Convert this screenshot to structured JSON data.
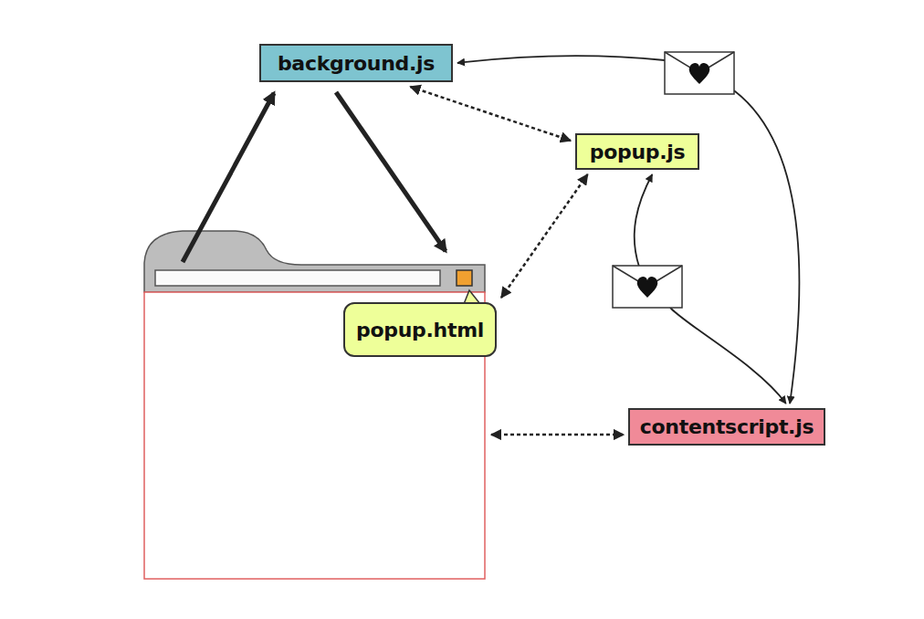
{
  "diagram": {
    "nodes": [
      {
        "text": [
          "background.js"
        ]
      },
      {
        "text": [
          "popup.js"
        ]
      },
      {
        "text": [
          "popup.html"
        ]
      },
      {
        "text": [
          "contentscript.js"
        ]
      }
    ],
    "edges": [
      {
        "from": 0,
        "to": 1,
        "arrow": "both"
      },
      {
        "from": 1,
        "to": 2,
        "arrow": "both"
      },
      {
        "from": 3,
        "to": 0,
        "arrow": "both"
      },
      {
        "from": 3,
        "to": 1,
        "arrow": "both"
      }
    ]
  }
}
